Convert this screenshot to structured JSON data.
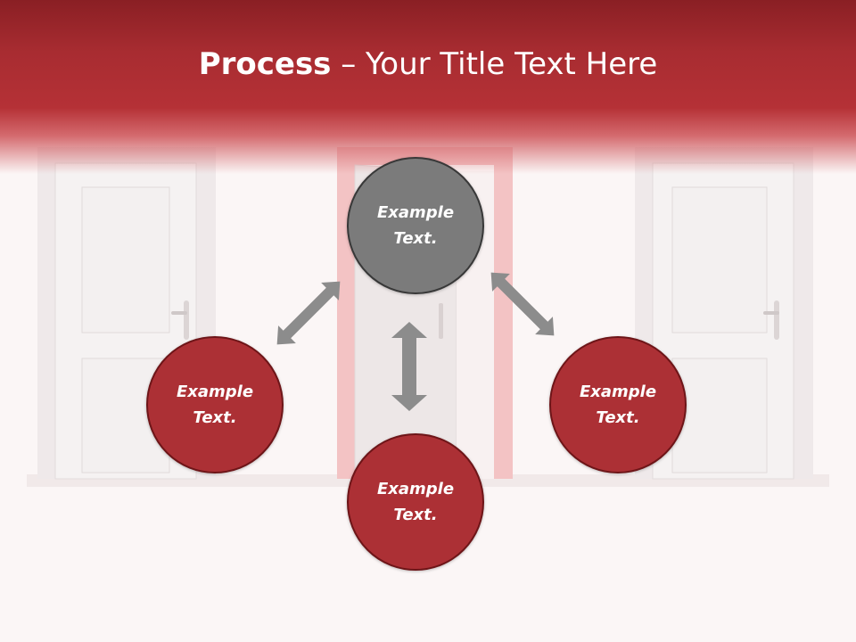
{
  "title": {
    "bold": "Process",
    "rest": " – Your Title Text Here"
  },
  "nodes": {
    "top": {
      "line1": "Example",
      "line2": "Text."
    },
    "left": {
      "line1": "Example",
      "line2": "Text."
    },
    "right": {
      "line1": "Example",
      "line2": "Text."
    },
    "bottom": {
      "line1": "Example",
      "line2": "Text."
    }
  },
  "colors": {
    "header": "#b53136",
    "node_fill": "#ac3035",
    "center_node_fill": "#7b7b7b",
    "arrow": "#8c8c8c",
    "open_door_frame": "#f3c3c4"
  }
}
